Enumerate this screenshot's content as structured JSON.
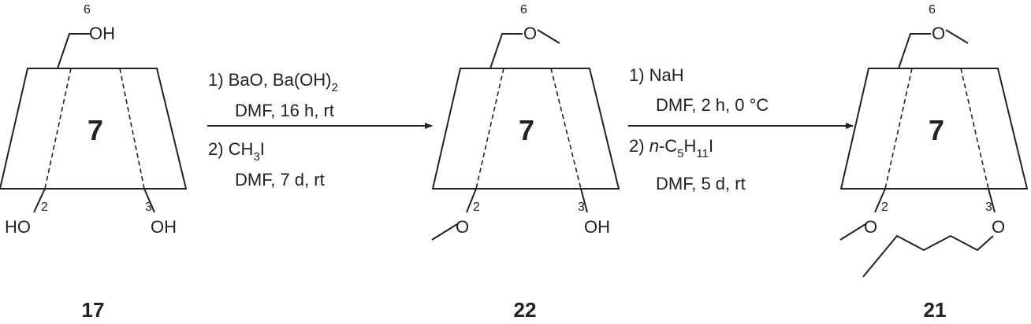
{
  "molecules": [
    {
      "id": "17",
      "ring_size": "7",
      "pos6": {
        "num": "6",
        "group": "OH"
      },
      "pos2": {
        "num": "2",
        "group_pre": "HO",
        "group": ""
      },
      "pos3": {
        "num": "3",
        "group": "OH"
      }
    },
    {
      "id": "22",
      "ring_size": "7",
      "pos6": {
        "num": "6",
        "group": "O"
      },
      "pos2": {
        "num": "2",
        "group": "O"
      },
      "pos3": {
        "num": "3",
        "group": "OH"
      }
    },
    {
      "id": "21",
      "ring_size": "7",
      "pos6": {
        "num": "6",
        "group": "O"
      },
      "pos2": {
        "num": "2",
        "group": "O"
      },
      "pos3": {
        "num": "3",
        "group": "O"
      }
    }
  ],
  "reactions": [
    {
      "step1": {
        "label": "1) BaO, Ba(OH)",
        "sub": "2"
      },
      "step1_conditions": "DMF,  16 h, rt",
      "step2": {
        "label": "2) CH",
        "sub": "3",
        "suffix": "I"
      },
      "step2_conditions": "DMF,  7 d, rt"
    },
    {
      "step1": {
        "label": "1) NaH"
      },
      "step1_conditions": "DMF,  2 h, 0 °C",
      "step2": {
        "prefix": "2) ",
        "italic": "n",
        "label": "-C",
        "sub1": "5",
        "mid": "H",
        "sub2": "11",
        "suffix": "I"
      },
      "step2_conditions": "DMF,  5 d, rt"
    }
  ]
}
